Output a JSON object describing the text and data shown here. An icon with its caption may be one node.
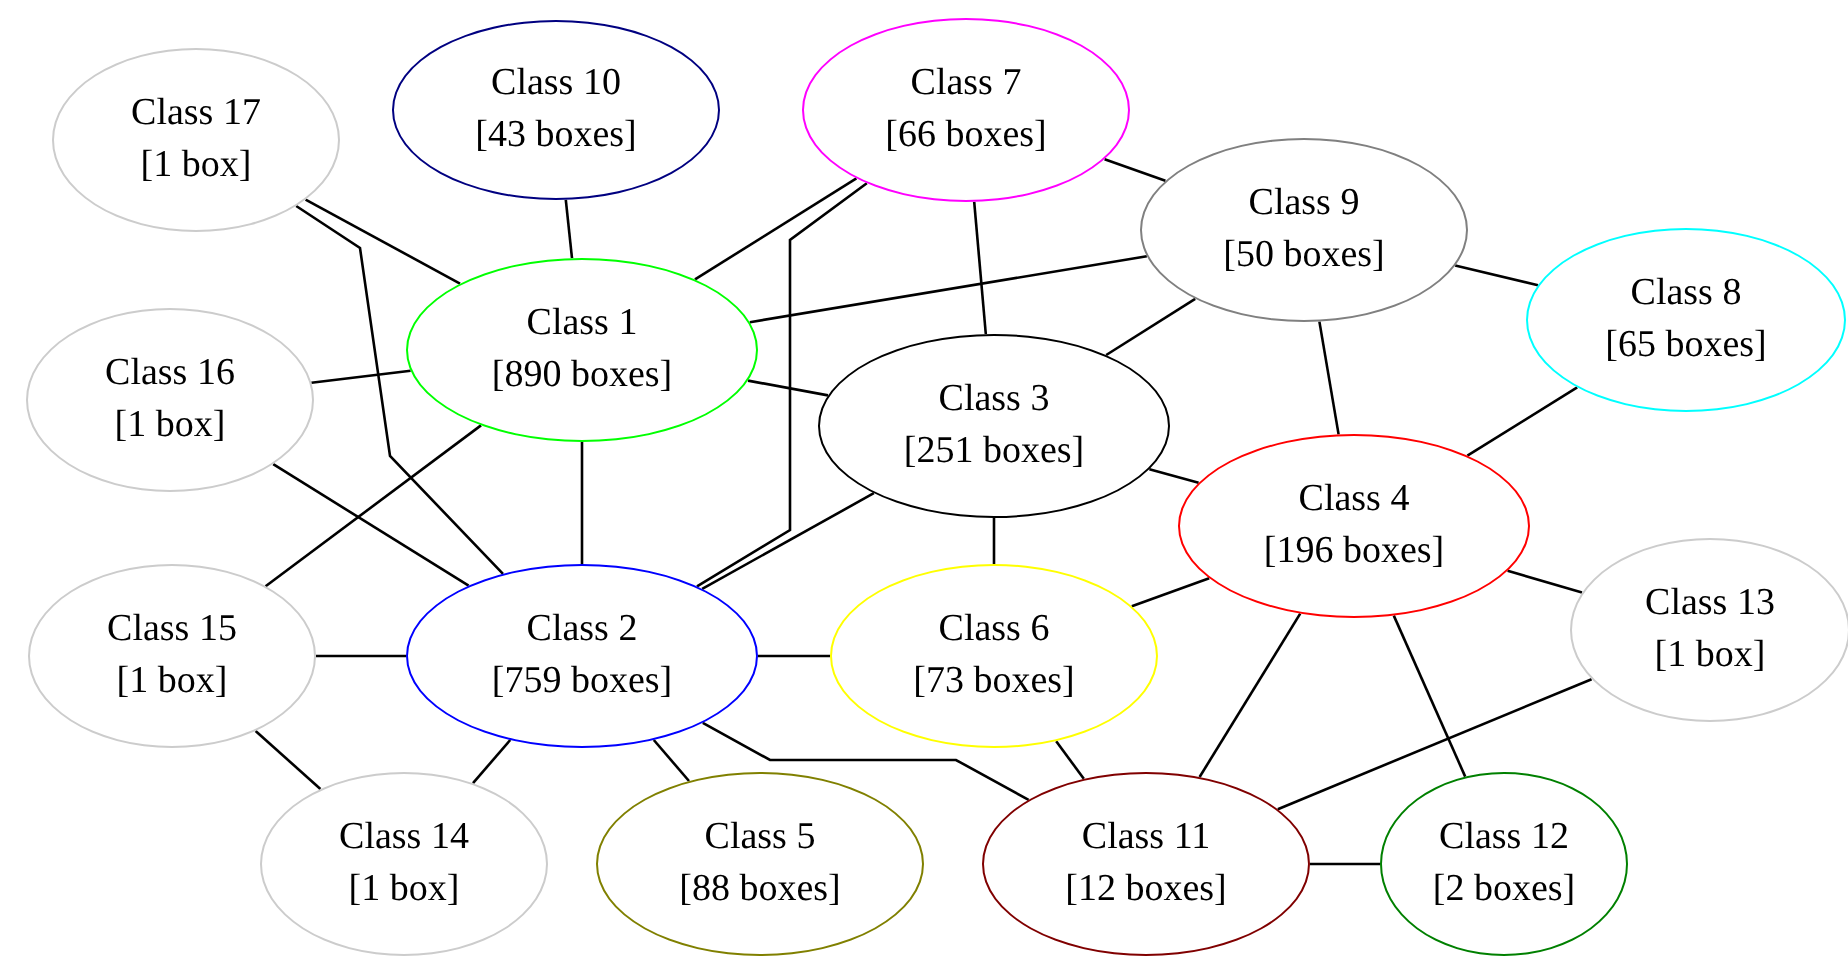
{
  "diagram": {
    "nodes": [
      {
        "text": [
          "Class 17",
          "[1 box]"
        ]
      },
      {
        "text": [
          "Class 10",
          "[43 boxes]"
        ]
      },
      {
        "text": [
          "Class 7",
          "[66 boxes]"
        ]
      },
      {
        "text": [
          "Class 9",
          "[50 boxes]"
        ]
      },
      {
        "text": [
          "Class 1",
          "[890 boxes]"
        ]
      },
      {
        "text": [
          "Class 16",
          "[1 box]"
        ]
      },
      {
        "text": [
          "Class 8",
          "[65 boxes]"
        ]
      },
      {
        "text": [
          "Class 3",
          "[251 boxes]"
        ]
      },
      {
        "text": [
          "Class 4",
          "[196 boxes]"
        ]
      },
      {
        "text": [
          "Class 15",
          "[1 box]"
        ]
      },
      {
        "text": [
          "Class 2",
          "[759 boxes]"
        ]
      },
      {
        "text": [
          "Class 6",
          "[73 boxes]"
        ]
      },
      {
        "text": [
          "Class 13",
          "[1 box]"
        ]
      },
      {
        "text": [
          "Class 14",
          "[1 box]"
        ]
      },
      {
        "text": [
          "Class 5",
          "[88 boxes]"
        ]
      },
      {
        "text": [
          "Class 11",
          "[12 boxes]"
        ]
      },
      {
        "text": [
          "Class 12",
          "[2 boxes]"
        ]
      }
    ],
    "edges": [
      {
        "from": 0,
        "to": 4,
        "arrow": "none"
      },
      {
        "from": 0,
        "to": 10,
        "arrow": "none"
      },
      {
        "from": 1,
        "to": 4,
        "arrow": "none"
      },
      {
        "from": 2,
        "to": 4,
        "arrow": "none"
      },
      {
        "from": 2,
        "to": 10,
        "arrow": "none"
      },
      {
        "from": 2,
        "to": 7,
        "arrow": "none"
      },
      {
        "from": 2,
        "to": 3,
        "arrow": "none"
      },
      {
        "from": 3,
        "to": 4,
        "arrow": "none"
      },
      {
        "from": 3,
        "to": 7,
        "arrow": "none"
      },
      {
        "from": 3,
        "to": 8,
        "arrow": "none"
      },
      {
        "from": 3,
        "to": 6,
        "arrow": "none"
      },
      {
        "from": 5,
        "to": 4,
        "arrow": "none"
      },
      {
        "from": 5,
        "to": 10,
        "arrow": "none"
      },
      {
        "from": 4,
        "to": 10,
        "arrow": "none"
      },
      {
        "from": 4,
        "to": 7,
        "arrow": "none"
      },
      {
        "from": 4,
        "to": 9,
        "arrow": "none"
      },
      {
        "from": 7,
        "to": 10,
        "arrow": "none"
      },
      {
        "from": 7,
        "to": 11,
        "arrow": "none"
      },
      {
        "from": 7,
        "to": 8,
        "arrow": "none"
      },
      {
        "from": 6,
        "to": 8,
        "arrow": "none"
      },
      {
        "from": 8,
        "to": 11,
        "arrow": "none"
      },
      {
        "from": 8,
        "to": 15,
        "arrow": "none"
      },
      {
        "from": 8,
        "to": 16,
        "arrow": "none"
      },
      {
        "from": 8,
        "to": 12,
        "arrow": "none"
      },
      {
        "from": 9,
        "to": 10,
        "arrow": "none"
      },
      {
        "from": 9,
        "to": 13,
        "arrow": "none"
      },
      {
        "from": 10,
        "to": 11,
        "arrow": "none"
      },
      {
        "from": 10,
        "to": 13,
        "arrow": "none"
      },
      {
        "from": 10,
        "to": 14,
        "arrow": "none"
      },
      {
        "from": 10,
        "to": 15,
        "arrow": "none"
      },
      {
        "from": 11,
        "to": 15,
        "arrow": "none"
      },
      {
        "from": 15,
        "to": 16,
        "arrow": "none"
      },
      {
        "from": 15,
        "to": 12,
        "arrow": "none"
      }
    ]
  }
}
